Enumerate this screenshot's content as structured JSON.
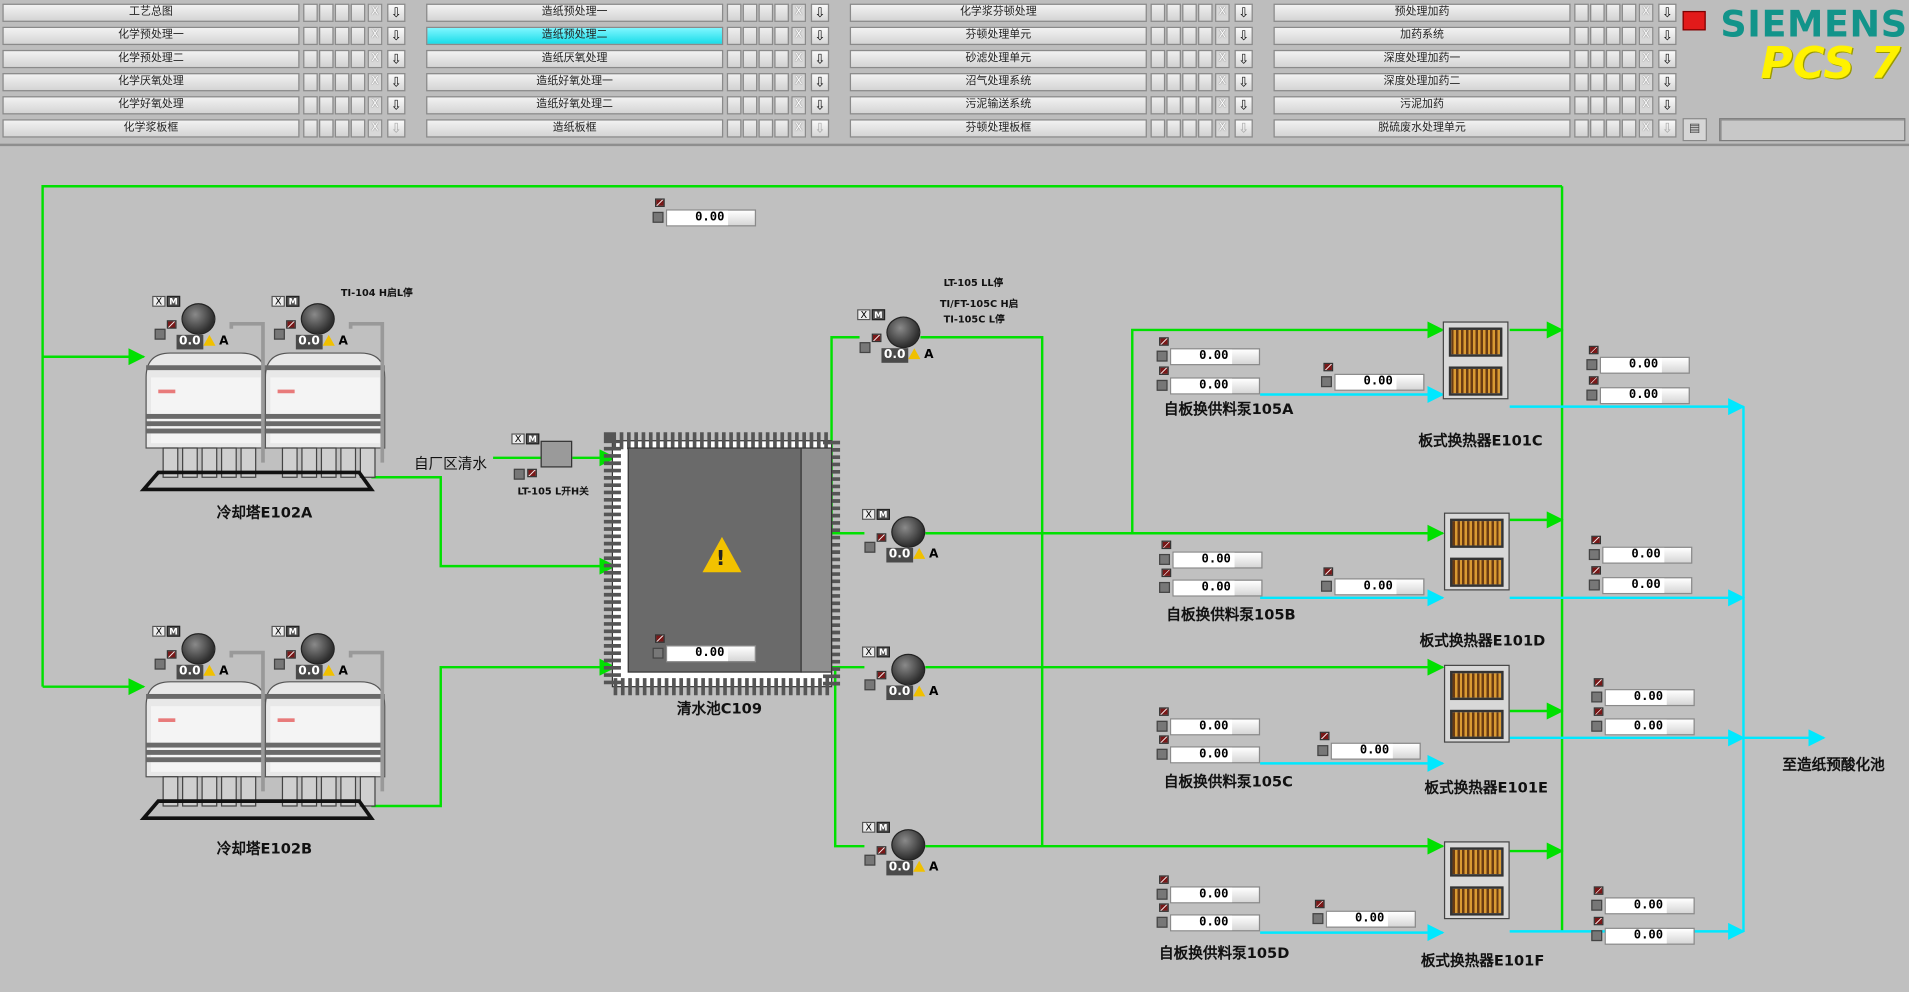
{
  "brand": {
    "name": "SIEMENS",
    "product": "PCS 7"
  },
  "nav_columns": [
    {
      "buttons": [
        "工艺总图",
        "化学预处理一",
        "化学预处理二",
        "化学厌氧处理",
        "化学好氧处理",
        "化学浆板框"
      ]
    },
    {
      "buttons": [
        "造纸预处理一",
        "造纸预处理二",
        "造纸厌氧处理",
        "造纸好氧处理一",
        "造纸好氧处理二",
        "造纸板框"
      ]
    },
    {
      "buttons": [
        "化学浆芬顿处理",
        "芬顿处理单元",
        "砂滤处理单元",
        "沼气处理系统",
        "污泥输送系统",
        "芬顿处理板框"
      ]
    },
    {
      "buttons": [
        "预处理加药",
        "加药系统",
        "深度处理加药一",
        "深度处理加药二",
        "污泥加药",
        "脱硫废水处理单元"
      ]
    }
  ],
  "active_nav": "造纸预处理二",
  "tags": {
    "ti104": "TI-104 H启L停",
    "lt105_valve": "LT-105 L开H关",
    "lt105_ll": "LT-105 LL停",
    "tift105c": "TI/FT-105C H启",
    "ti105c": "TI-105C L停"
  },
  "labels": {
    "tower_a": "冷却塔E102A",
    "tower_b": "冷却塔E102B",
    "inlet": "自厂区清水",
    "basin": "清水池C109",
    "pump_a": "自板换供料泵105A",
    "pump_b": "自板换供料泵105B",
    "pump_c": "自板换供料泵105C",
    "pump_d": "自板换供料泵105D",
    "hx_c": "板式换热器E101C",
    "hx_d": "板式换热器E101D",
    "hx_e": "板式换热器E101E",
    "hx_f": "板式换热器E101F",
    "outlet": "至造纸预酸化池"
  },
  "readings": {
    "zero": "0.00"
  },
  "motor_value": "0.0",
  "motor_mode": "A",
  "manual_flag": "M",
  "x_flag": "X",
  "icons": {
    "down": "⇩",
    "alarm": "alarm-icon",
    "print": "▤",
    "warning": "!"
  },
  "colors": {
    "pipe_water": "#00e000",
    "pipe_cooling": "#00e8ff",
    "active_nav": "#19dce8",
    "alarm": "#e21a1a",
    "brand": "#12948a",
    "product": "#fff200"
  }
}
